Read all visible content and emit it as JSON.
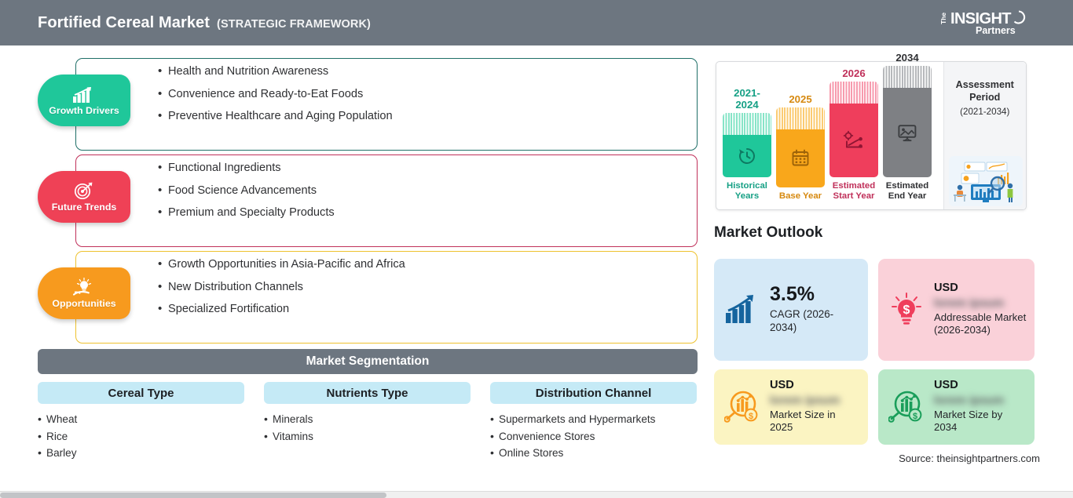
{
  "header": {
    "title": "Fortified Cereal Market",
    "subtitle": "(STRATEGIC FRAMEWORK)",
    "logo_line1": "The",
    "logo_line2": "INSIGHT",
    "logo_line3": "Partners",
    "background_color": "#6d7680"
  },
  "panels": [
    {
      "badge_label": "Growth Drivers",
      "badge_icon": "bar-chart-arrow-icon",
      "badge_color": "#1fc79a",
      "border_color": "#1f6f68",
      "bullets": [
        "Health and Nutrition Awareness",
        "Convenience and Ready-to-Eat Foods",
        "Preventive Healthcare and Aging Population"
      ]
    },
    {
      "badge_label": "Future Trends",
      "badge_icon": "target-arrow-icon",
      "badge_color": "#ef4156",
      "border_color": "#c0305a",
      "bullets": [
        "Functional Ingredients",
        "Food Science Advancements",
        "Premium and Specialty Products"
      ]
    },
    {
      "badge_label": "Opportunities",
      "badge_icon": "hand-lightbulb-icon",
      "badge_color": "#f79a1e",
      "border_color": "#eec22e",
      "bullets": [
        "Growth Opportunities in Asia-Pacific and Africa",
        "New Distribution Channels",
        "Specialized Fortification"
      ]
    }
  ],
  "segmentation": {
    "title": "Market Segmentation",
    "columns": [
      {
        "header": "Cereal Type",
        "items": [
          "Wheat",
          "Rice",
          "Barley"
        ]
      },
      {
        "header": "Nutrients Type",
        "items": [
          "Minerals",
          "Vitamins"
        ]
      },
      {
        "header": "Distribution Channel",
        "items": [
          "Supermarkets and Hypermarkets",
          "Convenience Stores",
          "Online Stores"
        ]
      }
    ]
  },
  "timeline": {
    "bars": [
      {
        "year": "2021-2024",
        "label": "Historical Years",
        "color": "#1fc79a",
        "stripe_color": "#86e4c7",
        "text_color": "#16a085",
        "icon": "clock-history-icon",
        "height": 82
      },
      {
        "year": "2025",
        "label": "Base Year",
        "color": "#f9a71b",
        "stripe_color": "#fbcb72",
        "text_color": "#d68910",
        "icon": "calendar-icon",
        "height": 102
      },
      {
        "year": "2026",
        "label": "Estimated Start Year",
        "color": "#ef3e5c",
        "stripe_color": "#f79aad",
        "text_color": "#c0305a",
        "icon": "chart-gear-icon",
        "height": 122
      },
      {
        "year": "2034",
        "label": "Estimated End Year",
        "color": "#7e8084",
        "stripe_color": "#b6b8bb",
        "text_color": "#2f3033",
        "icon": "presentation-icon",
        "height": 142
      }
    ],
    "assessment_title": "Assessment Period",
    "assessment_range": "(2021-2034)",
    "illustration": "business-analytics-illustration"
  },
  "outlook": {
    "title": "Market Outlook",
    "cards": [
      {
        "icon": "bar-chart-arrow-icon",
        "icon_color": "#15649e",
        "value": "3.5%",
        "caption": "CAGR (2026-2034)",
        "background": "#d5e9f7",
        "redacted": false
      },
      {
        "icon": "lightbulb-dollar-icon",
        "icon_color": "#ef3e5c",
        "unit": "USD",
        "value": "lorem ipsum",
        "caption": "Addressable Market (2026-2034)",
        "background": "#fad1d9",
        "redacted": true
      },
      {
        "icon": "magnifier-chart-dollar-icon",
        "icon_color": "#f79a1e",
        "unit": "USD",
        "value": "lorem ipsum",
        "caption": "Market Size in 2025",
        "background": "#fbf4c2",
        "redacted": true
      },
      {
        "icon": "magnifier-chart-dollar-icon",
        "icon_color": "#1a9e5a",
        "unit": "USD",
        "value": "lorem ipsum",
        "caption": "Market Size by 2034",
        "background": "#b9e8c8",
        "redacted": true
      }
    ]
  },
  "source": "Source: theinsightpartners.com"
}
